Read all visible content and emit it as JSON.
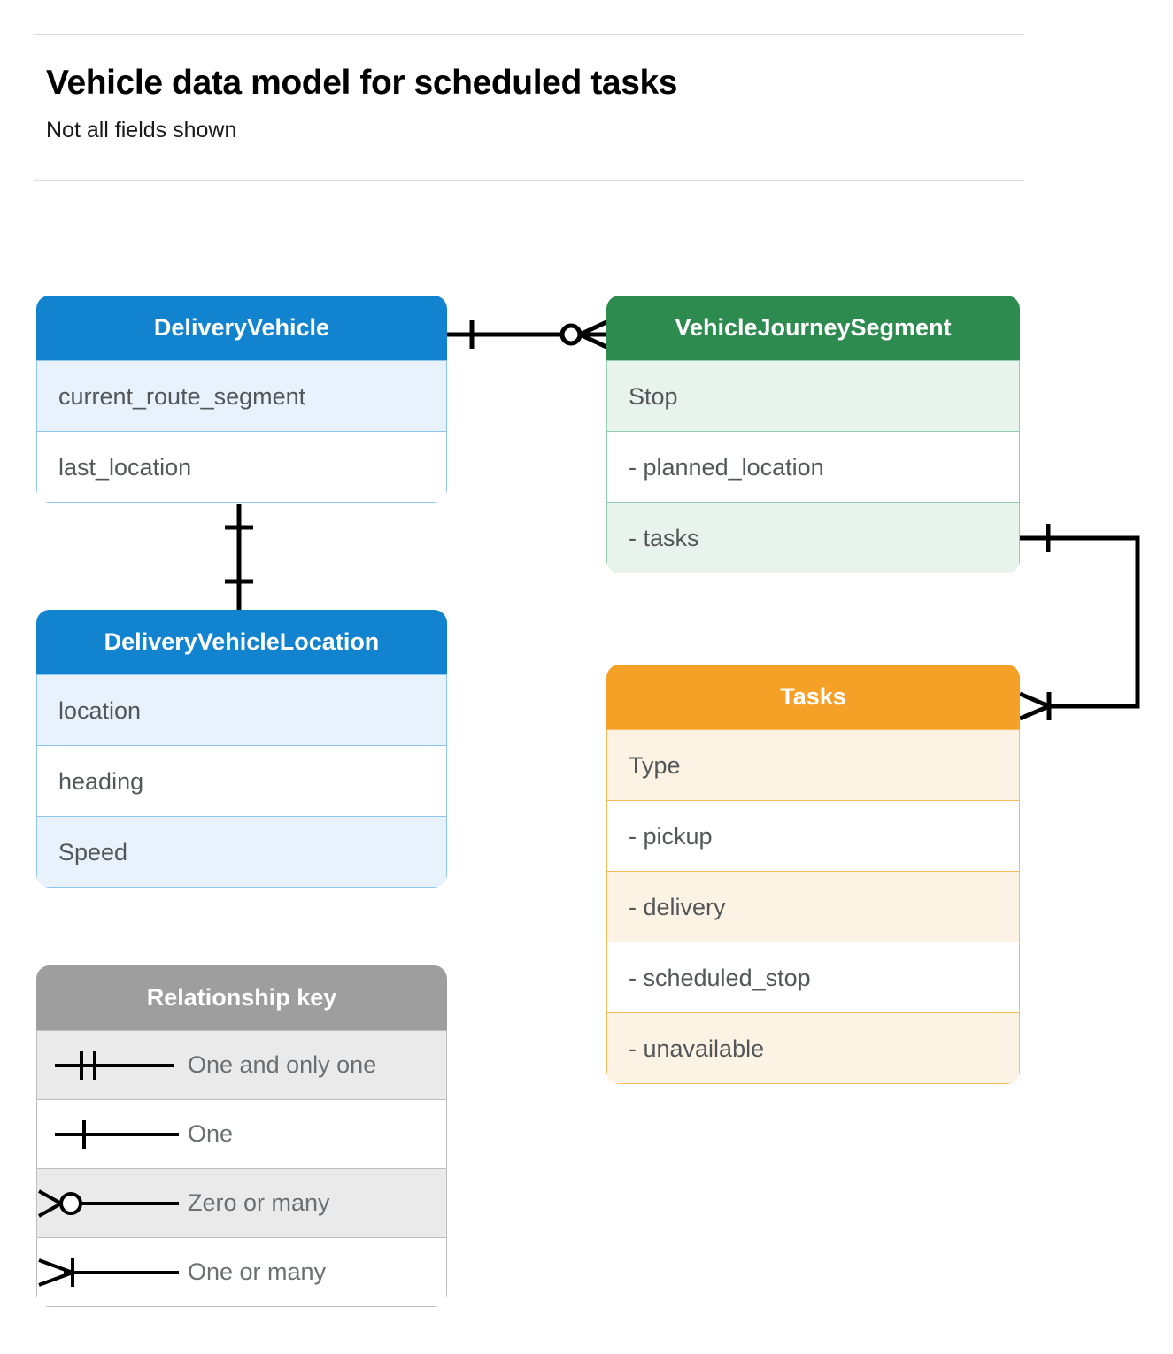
{
  "header": {
    "title": "Vehicle data model for scheduled tasks",
    "subtitle": "Not all fields shown"
  },
  "colors": {
    "blue_header": "#1283ce",
    "blue_row": "#e8f2fc",
    "blue_border": "#8fc6ef",
    "green_header": "#2e8b4f",
    "green_row": "#e9f3ed",
    "green_border": "#94ccab",
    "orange_header": "#f5a027",
    "orange_row": "#fdf3e4",
    "orange_border": "#f7bb5e",
    "gray_header": "#9e9e9e",
    "gray_row": "#eaeaea",
    "gray_border": "#bdbdbd",
    "connector": "#000000",
    "rule": "#dadce0",
    "field_text": "#53575a"
  },
  "entities": {
    "delivery_vehicle": {
      "name": "DeliveryVehicle",
      "fields": [
        "current_route_segment",
        "last_location"
      ]
    },
    "vehicle_journey_segment": {
      "name": "VehicleJourneySegment",
      "fields": [
        "Stop",
        "-  planned_location",
        "- tasks"
      ]
    },
    "delivery_vehicle_location": {
      "name": "DeliveryVehicleLocation",
      "fields": [
        "location",
        "heading",
        "Speed"
      ]
    },
    "tasks": {
      "name": "Tasks",
      "fields": [
        "Type",
        "-  pickup",
        "-  delivery",
        "-  scheduled_stop",
        "-  unavailable"
      ]
    }
  },
  "legend": {
    "title": "Relationship key",
    "items": [
      {
        "symbol": "one-and-only-one-symbol",
        "label": "One and only one"
      },
      {
        "symbol": "one-symbol",
        "label": "One"
      },
      {
        "symbol": "zero-or-many-symbol",
        "label": "Zero or many"
      },
      {
        "symbol": "one-or-many-symbol",
        "label": "One or many"
      }
    ]
  },
  "relationships": [
    {
      "from": "DeliveryVehicle",
      "to": "VehicleJourneySegment",
      "from_cardinality": "One",
      "to_cardinality": "Zero or many"
    },
    {
      "from": "DeliveryVehicle",
      "to": "DeliveryVehicleLocation",
      "from_cardinality": "One",
      "to_cardinality": "One"
    },
    {
      "from": "VehicleJourneySegment.tasks",
      "to": "Tasks",
      "from_cardinality": "One",
      "to_cardinality": "One or many"
    }
  ]
}
